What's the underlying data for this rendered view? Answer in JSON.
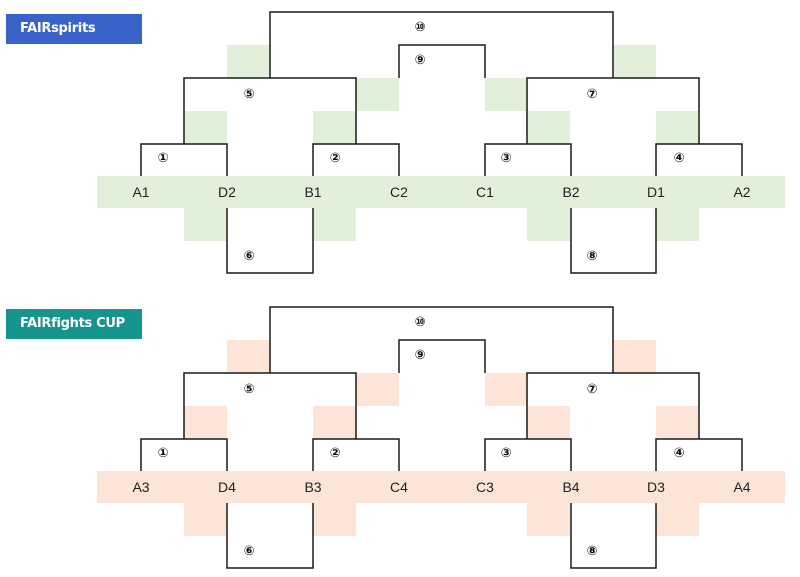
{
  "brackets": [
    {
      "title": "FAIRspirits CUP",
      "title_color": "#3a63c9",
      "shade_color": "#e2efda",
      "teams": [
        "A1",
        "D2",
        "B1",
        "C2",
        "C1",
        "B2",
        "D1",
        "A2"
      ],
      "match_labels": [
        "①",
        "②",
        "③",
        "④",
        "⑤",
        "⑥",
        "⑦",
        "⑧",
        "⑨",
        "⑩"
      ]
    },
    {
      "title": "FAIRfights CUP",
      "title_color": "#16948e",
      "shade_color": "#fce4d6",
      "teams": [
        "A3",
        "D4",
        "B3",
        "C4",
        "C3",
        "B4",
        "D3",
        "A4"
      ],
      "match_labels": [
        "①",
        "②",
        "③",
        "④",
        "⑤",
        "⑥",
        "⑦",
        "⑧",
        "⑨",
        "⑩"
      ]
    }
  ]
}
